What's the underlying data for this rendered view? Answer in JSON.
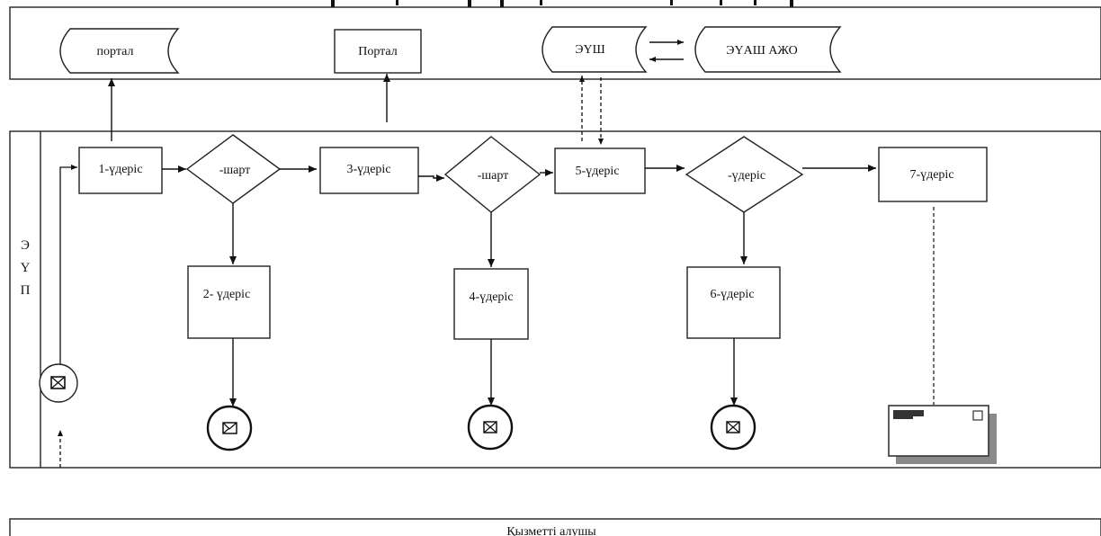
{
  "top_lane": {
    "portal_db": "портал",
    "portal_box": "Портал",
    "eush_db": "ЭҮШ",
    "euash_db": "ЭҮАШ АЖО"
  },
  "main_lane": {
    "label_chars": [
      "Э",
      "Ү",
      "П"
    ],
    "nodes": {
      "p1": "1-үдеріс",
      "cond1": "-шарт",
      "p2": "2- үдеріс",
      "p3": "3-үдеріс",
      "cond2": "-шарт",
      "p4": "4-үдеріс",
      "p5": "5-үдеріс",
      "cond3": "-үдеріс",
      "p6": "6-үдеріс",
      "p7": "7-үдеріс"
    }
  },
  "bottom_lane": {
    "label": "Қызметті алушы"
  }
}
